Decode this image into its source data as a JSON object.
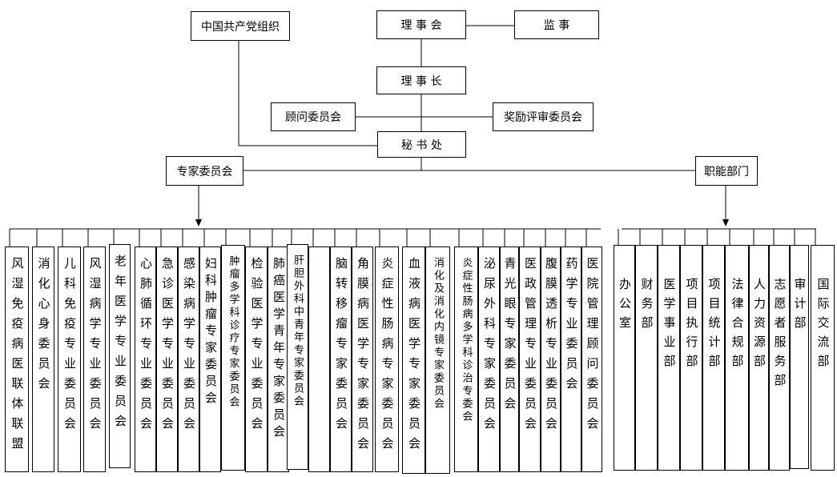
{
  "top": {
    "party": "中国共产党组织",
    "council": "理 事 会",
    "supervisor": "监 事",
    "chair": "理 事 长",
    "advisory": "顾问委员会",
    "award": "奖励评审委员会",
    "secretariat": "秘 书 处",
    "expert_committee": "专家委员会",
    "functional_depts": "职能部门"
  },
  "committees": [
    "风湿免疫病医联体联盟",
    "消化心身委员会",
    "儿科免疫专业委员会",
    "风湿病学专业委员会",
    "老年医学专业委员会",
    "心肺循环专业委员会",
    "急诊医学专业委员会",
    "感染病学专业委员会",
    "妇科肿瘤专家委员会",
    "肿瘤多学科诊疗专家委员会",
    "检验医学专业委员会",
    "肺癌医学青年专家委员会",
    "肝胆外科中青年专家委员会",
    "",
    "脑转移瘤专家委员会",
    "角膜病医学专家委员会",
    "炎症性肠病专家委员会",
    "血液病医学专家委员会",
    "消化及消化内镜专家委员会",
    "炎症性肠病多学科诊治专委会",
    "泌尿外科专家委员会",
    "青光眼专家委员会",
    "医政管理专业委员会",
    "腹膜透析专业委员会",
    "药学专业委员会",
    "医院管理顾问委员会"
  ],
  "departments": [
    "办公室",
    "财务部",
    "医学事业部",
    "项目执行部",
    "项目统计部",
    "法律合规部",
    "人力资源部",
    "志愿者服务部",
    "审计部",
    "国际交流部"
  ]
}
